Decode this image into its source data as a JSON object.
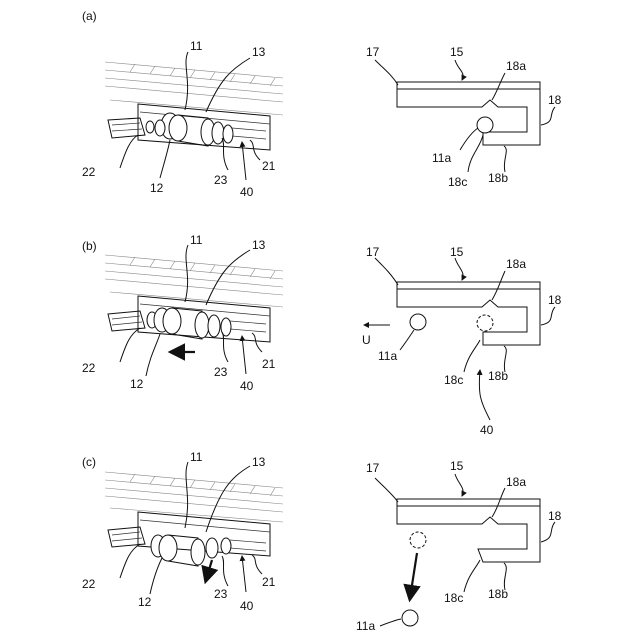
{
  "panels": [
    {
      "id": "a",
      "label": "(a)",
      "perspective": {
        "l11": "11",
        "l13": "13",
        "l22": "22",
        "l12": "12",
        "l23": "23",
        "l40": "40",
        "l21": "21"
      },
      "schematic": {
        "l17": "17",
        "l15": "15",
        "l18a": "18a",
        "l18": "18",
        "l11a": "11a",
        "l18c": "18c",
        "l18b": "18b"
      }
    },
    {
      "id": "b",
      "label": "(b)",
      "perspective": {
        "l11": "11",
        "l13": "13",
        "l22": "22",
        "l12": "12",
        "l23": "23",
        "l40": "40",
        "l21": "21"
      },
      "schematic": {
        "l17": "17",
        "l15": "15",
        "l18a": "18a",
        "l18": "18",
        "lU": "U",
        "l11a": "11a",
        "l18c": "18c",
        "l18b": "18b",
        "l40": "40"
      }
    },
    {
      "id": "c",
      "label": "(c)",
      "perspective": {
        "l11": "11",
        "l13": "13",
        "l22": "22",
        "l12": "12",
        "l23": "23",
        "l40": "40",
        "l21": "21"
      },
      "schematic": {
        "l17": "17",
        "l15": "15",
        "l18a": "18a",
        "l18": "18",
        "l18c": "18c",
        "l18b": "18b",
        "l11a": "11a"
      }
    }
  ]
}
